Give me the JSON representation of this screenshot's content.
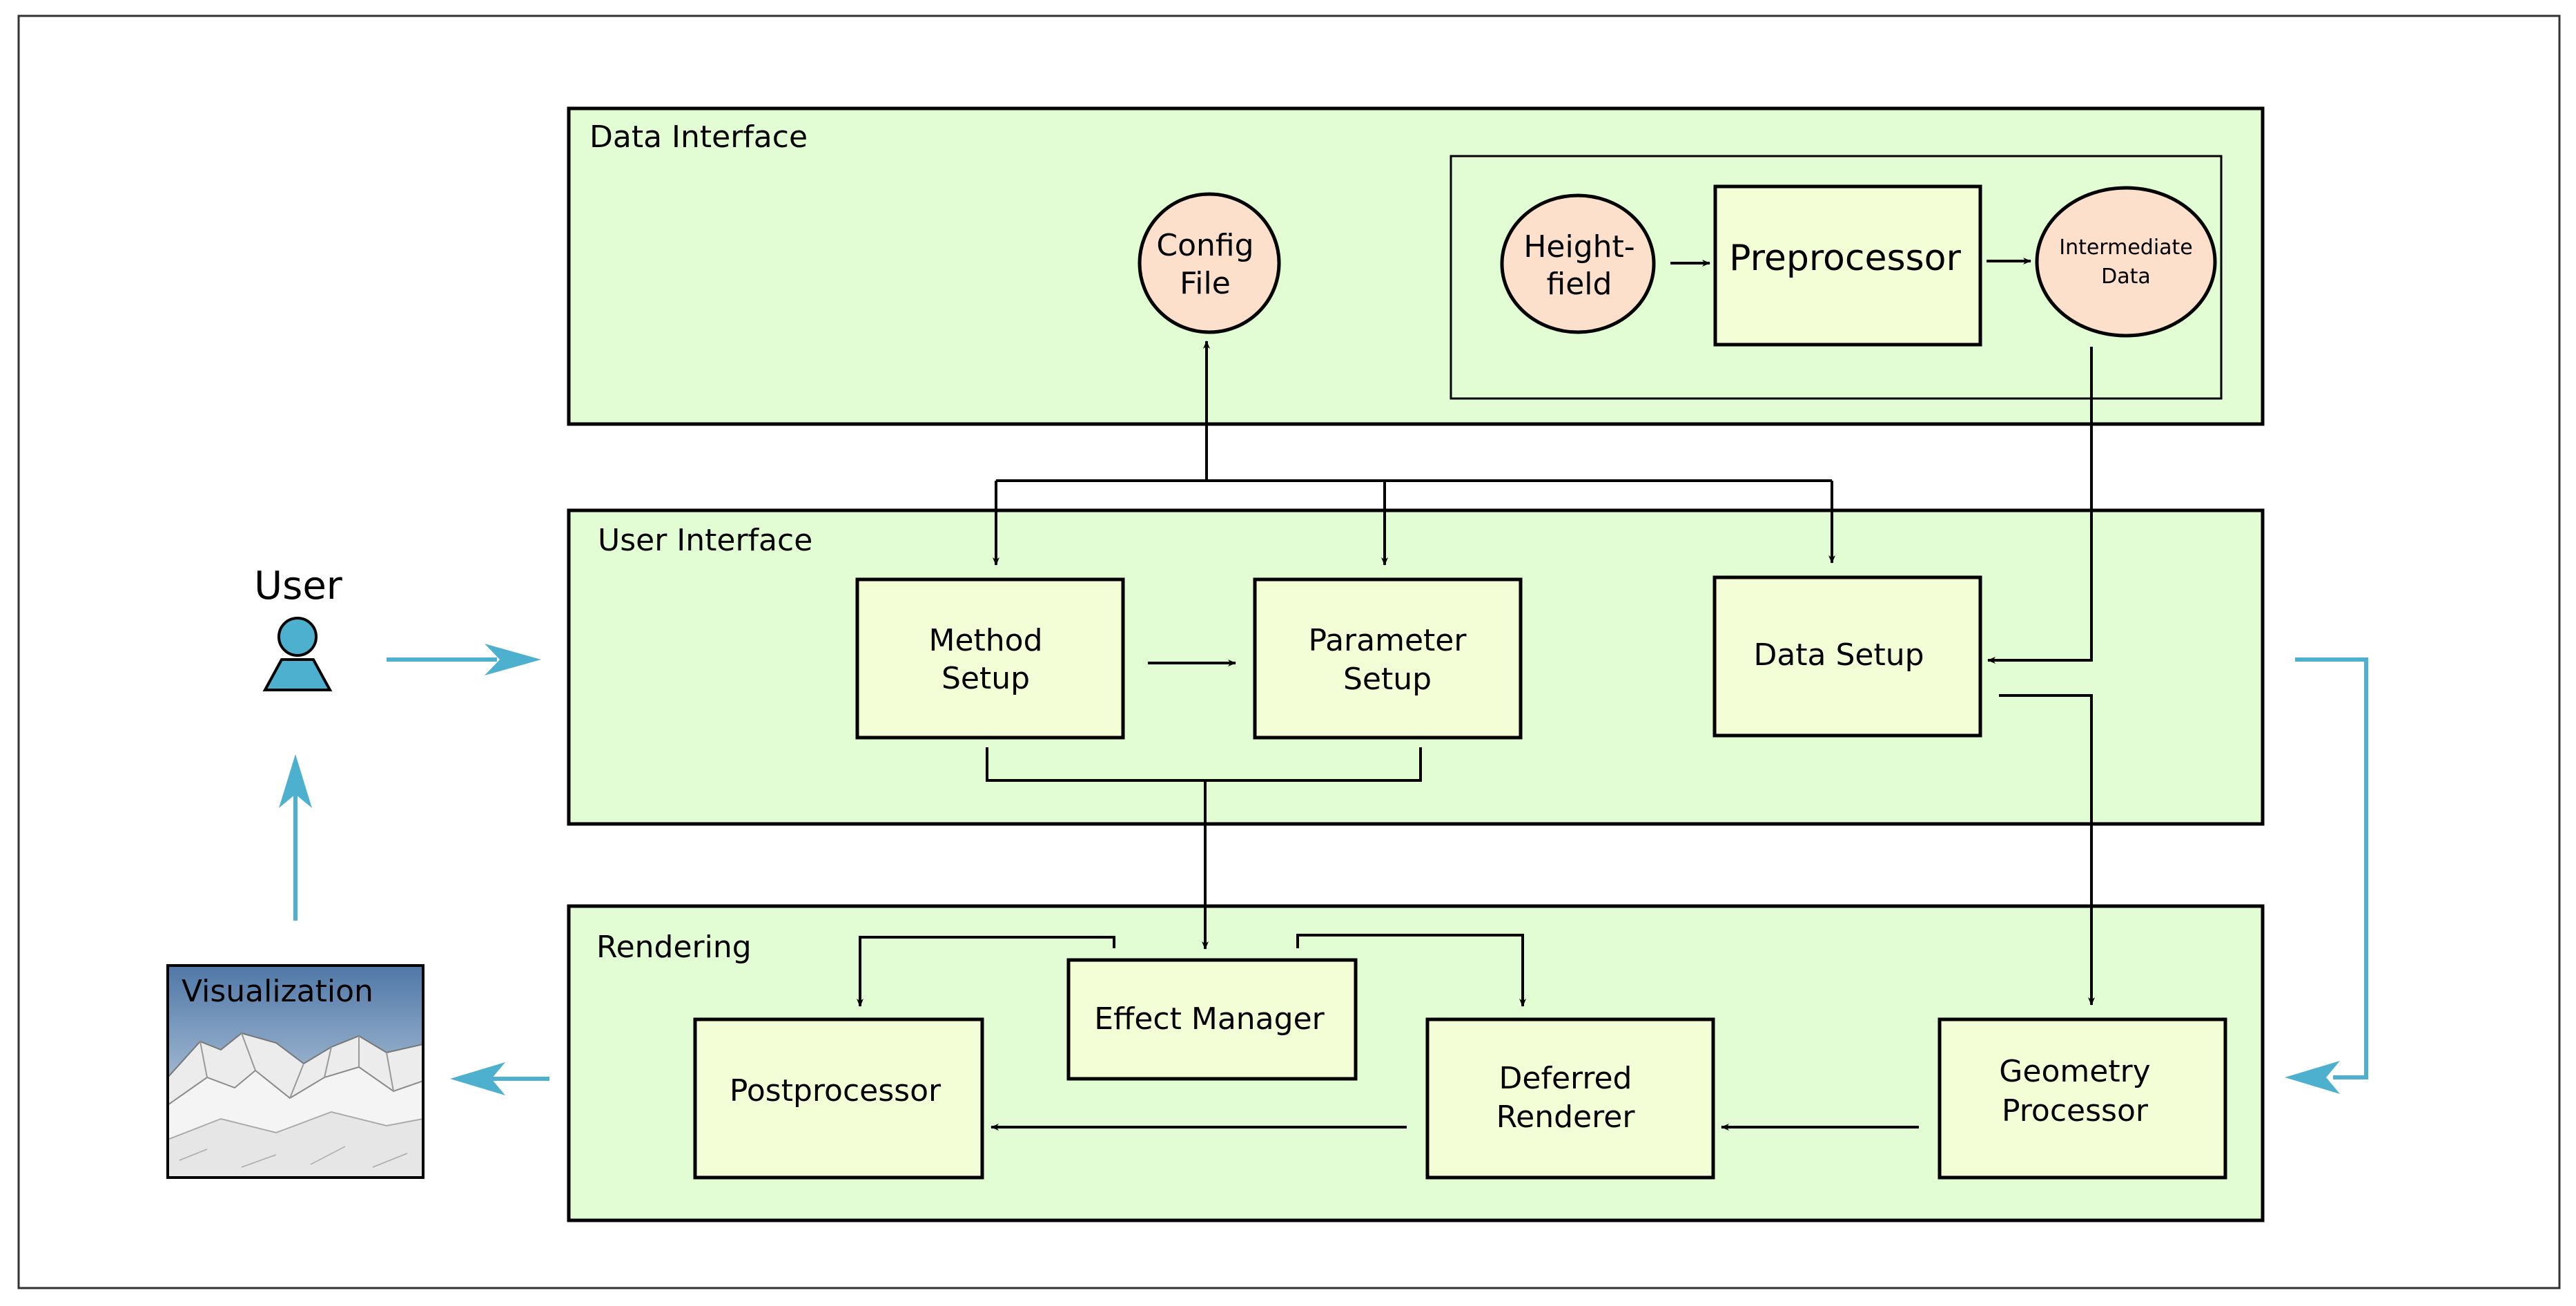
{
  "colors": {
    "panel_fill": "#e2fdd3",
    "box_fill": "#f4fed6",
    "ellipse_fill": "#fde0cc",
    "flow_accent": "#4db0cf",
    "user_icon_fill": "#4db0cf",
    "line": "#000000"
  },
  "data_interface": {
    "title": "Data Interface",
    "config_file": [
      "Config",
      "File"
    ],
    "heightfield": [
      "Height-",
      "field"
    ],
    "preprocessor": "Preprocessor",
    "intermediate_data": [
      "Intermediate",
      "Data"
    ]
  },
  "user_interface": {
    "title": "User Interface",
    "method_setup": [
      "Method",
      "Setup"
    ],
    "parameter_setup": [
      "Parameter",
      "Setup"
    ],
    "data_setup": "Data Setup"
  },
  "rendering": {
    "title": "Rendering",
    "effect_manager": "Effect Manager",
    "postprocessor": "Postprocessor",
    "deferred_renderer": [
      "Deferred",
      "Renderer"
    ],
    "geometry_processor": [
      "Geometry",
      "Processor"
    ]
  },
  "user": {
    "label": "User",
    "icon": "person-icon"
  },
  "visualization": {
    "label": "Visualization",
    "image": "snowy-mountain-landscape"
  }
}
